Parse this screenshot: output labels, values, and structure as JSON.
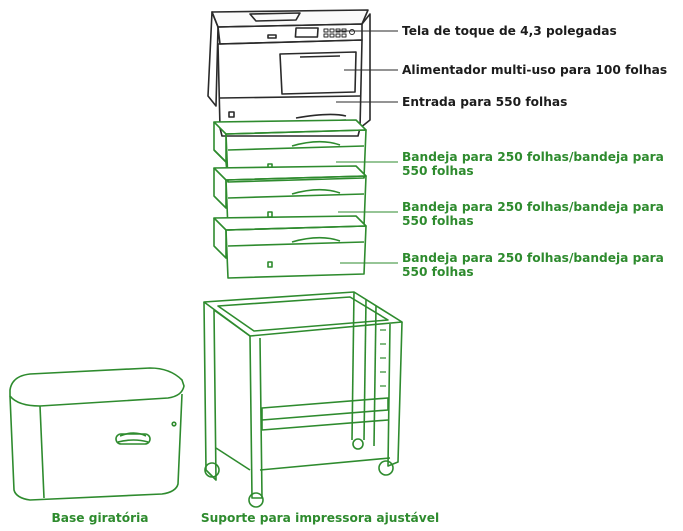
{
  "labels": {
    "touchscreen": "Tela de toque de 4,3 polegadas",
    "multipurpose_feeder": "Alimentador multi-uso para 100 folhas",
    "input_550": "Entrada para 550 folhas",
    "tray_1": "Bandeja para 250 folhas/bandeja para 550 folhas",
    "tray_2": "Bandeja para 250 folhas/bandeja para 550 folhas",
    "tray_3": "Bandeja para 250 folhas/bandeja para 550 folhas"
  },
  "captions": {
    "swivel_base": "Base giratória",
    "adjustable_stand": "Suporte para impressora ajustável"
  },
  "colors": {
    "printer_line": "#2a2a2a",
    "accessory_line": "#2e8b2e",
    "label_dark": "#1c1c1c",
    "label_green": "#2e8b2e"
  }
}
